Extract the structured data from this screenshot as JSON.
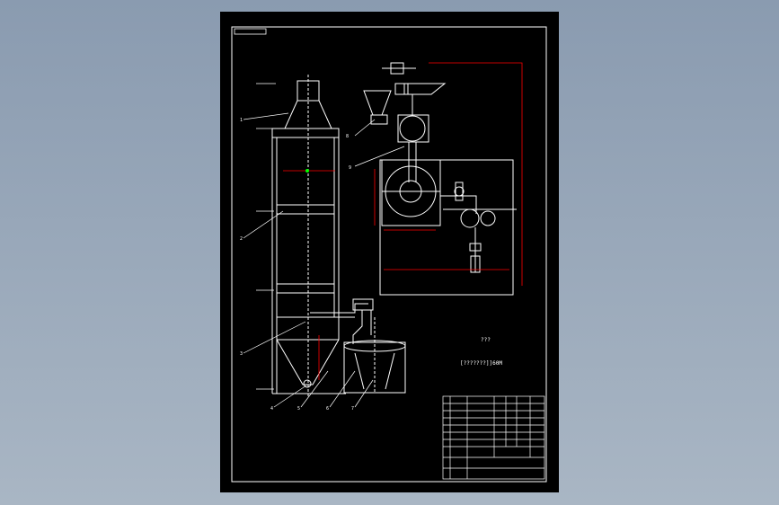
{
  "drawing": {
    "note_small": "???",
    "note_main": "[???????]]60M",
    "labels": {
      "left": [
        "1",
        "2",
        "3",
        "4",
        "5",
        "6",
        "7"
      ],
      "top": [
        "8",
        "9"
      ]
    }
  },
  "colors": {
    "background": "#8a9bb0",
    "sheet": "#000000",
    "lines": "#ffffff",
    "dimension": "#ff0000",
    "accent": "#00ff00"
  }
}
